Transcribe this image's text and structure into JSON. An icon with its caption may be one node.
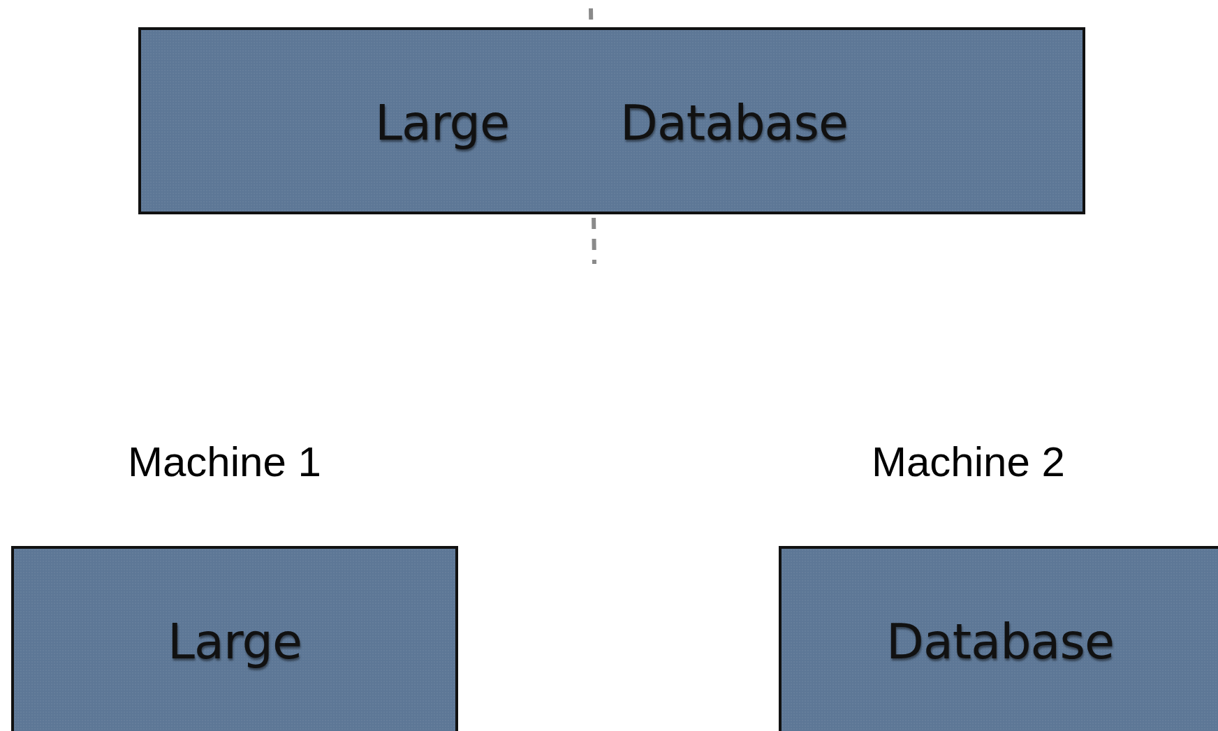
{
  "diagram": {
    "nodes": [
      {
        "text": [
          "Large",
          "Database"
        ]
      },
      {
        "text": [
          "Large"
        ]
      },
      {
        "text": [
          "Database"
        ]
      }
    ],
    "labels": [
      "Machine 1",
      "Machine 2"
    ]
  }
}
